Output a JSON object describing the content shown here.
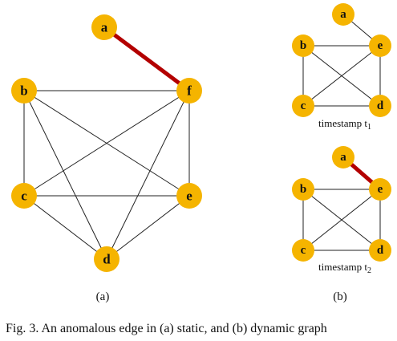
{
  "colors": {
    "node_fill": "#F5B400",
    "edge": "#222222",
    "anomalous_edge": "#B30000",
    "text": "#111111"
  },
  "panel_a": {
    "label": "(a)",
    "nodes": [
      "a",
      "b",
      "c",
      "d",
      "e",
      "f"
    ],
    "edges": [
      [
        "b",
        "f"
      ],
      [
        "b",
        "c"
      ],
      [
        "b",
        "d"
      ],
      [
        "b",
        "e"
      ],
      [
        "f",
        "c"
      ],
      [
        "f",
        "d"
      ],
      [
        "f",
        "e"
      ],
      [
        "c",
        "e"
      ],
      [
        "c",
        "d"
      ],
      [
        "e",
        "d"
      ]
    ],
    "anomalous_edge": [
      "a",
      "f"
    ]
  },
  "panel_b": {
    "label": "(b)",
    "graphs": [
      {
        "timestamp_prefix": "timestamp t",
        "timestamp_sub": "1",
        "nodes": [
          "a",
          "b",
          "c",
          "d",
          "e"
        ],
        "edges": [
          [
            "a",
            "e"
          ],
          [
            "b",
            "e"
          ],
          [
            "b",
            "c"
          ],
          [
            "b",
            "d"
          ],
          [
            "e",
            "c"
          ],
          [
            "e",
            "d"
          ],
          [
            "c",
            "d"
          ]
        ],
        "anomalous_edge": null
      },
      {
        "timestamp_prefix": "timestamp t",
        "timestamp_sub": "2",
        "nodes": [
          "a",
          "b",
          "c",
          "d",
          "e"
        ],
        "edges": [
          [
            "b",
            "e"
          ],
          [
            "b",
            "c"
          ],
          [
            "b",
            "d"
          ],
          [
            "e",
            "c"
          ],
          [
            "e",
            "d"
          ],
          [
            "c",
            "d"
          ]
        ],
        "anomalous_edge": [
          "a",
          "e"
        ]
      }
    ]
  },
  "caption": "Fig. 3.  An anomalous edge in (a) static, and (b) dynamic graph"
}
